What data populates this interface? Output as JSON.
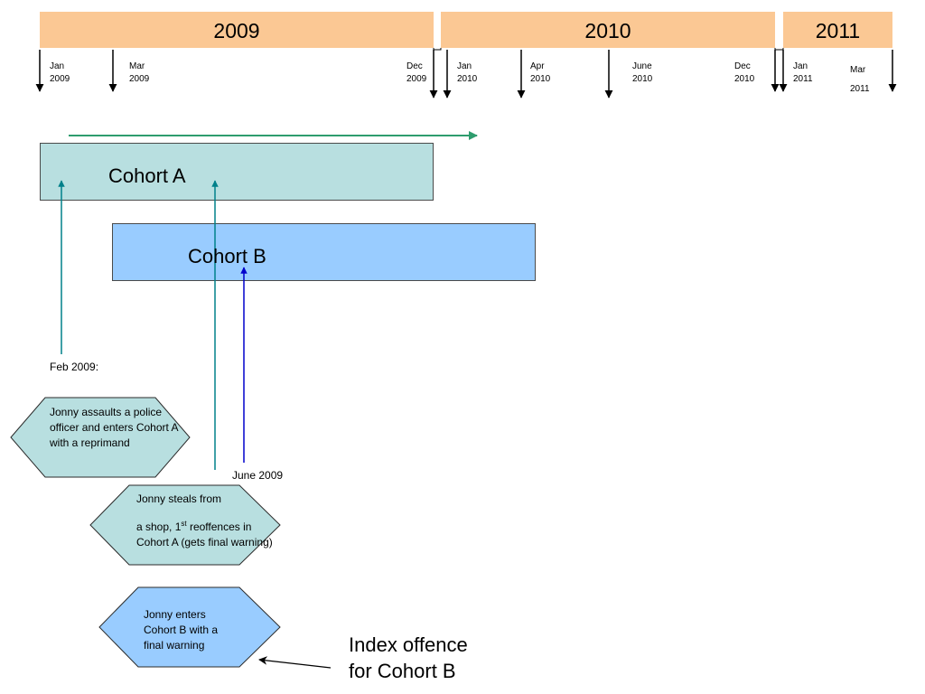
{
  "timeline": {
    "years": [
      {
        "label": "2009"
      },
      {
        "label": "2010"
      },
      {
        "label": "2011"
      }
    ],
    "ticks": [
      {
        "month": "Jan",
        "year": "2009"
      },
      {
        "month": "Mar",
        "year": "2009"
      },
      {
        "month": "Dec",
        "year": "2009"
      },
      {
        "month": "Jan",
        "year": "2010"
      },
      {
        "month": "Apr",
        "year": "2010"
      },
      {
        "month": "June",
        "year": "2010"
      },
      {
        "month": "Dec",
        "year": "2010"
      },
      {
        "month": "Jan",
        "year": "2011"
      },
      {
        "month": "Mar",
        "year": "2011"
      }
    ]
  },
  "cohorts": {
    "a": {
      "label": "Cohort A"
    },
    "b": {
      "label": "Cohort B"
    }
  },
  "events": {
    "feb_label": "Feb 2009:",
    "june_label": "June 2009",
    "assault": {
      "text": "Jonny  assaults a police officer and enters Cohort A with a reprimand"
    },
    "steal": {
      "line1": "Jonny steals from",
      "line2_pre": "a shop, 1",
      "line2_sup": "st",
      "line2_post": " reoffences in Cohort A (gets final warning)"
    },
    "enter_b": {
      "text": "Jonny enters Cohort B with a final warning"
    }
  },
  "annotation": {
    "line1": "Index offence",
    "line2": "for Cohort B"
  },
  "colors": {
    "year_band": "#fbc894",
    "cohort_a": "#b8dfe0",
    "cohort_b": "#99ccff",
    "teal_arrow": "#00808a",
    "blue_arrow": "#0000cc",
    "green_arrow": "#2e9d6e"
  }
}
